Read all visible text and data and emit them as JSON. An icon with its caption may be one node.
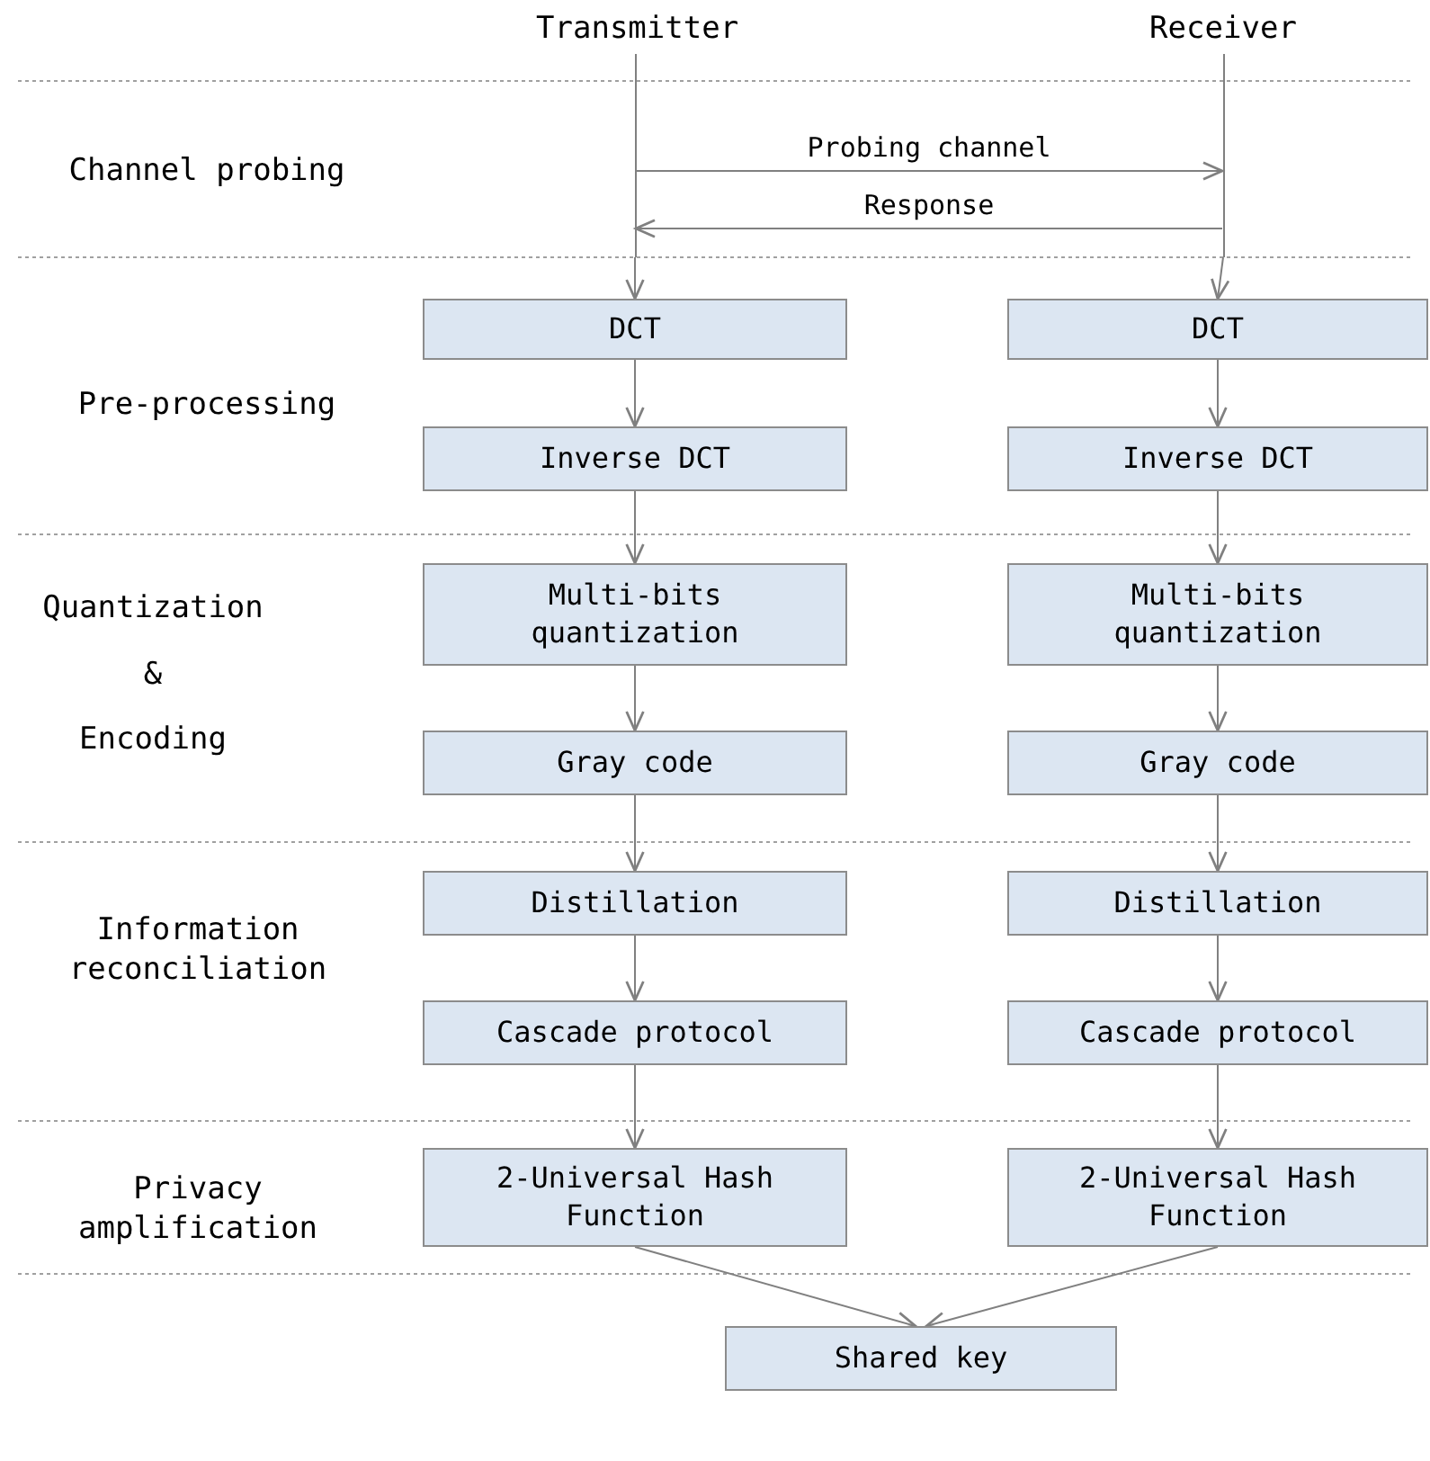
{
  "diagram": {
    "nodes": [
      {
        "text": [],
        "shape": "bar"
      },
      {
        "text": [],
        "shape": "bar"
      },
      {
        "text": [
          "DCT"
        ]
      },
      {
        "text": [
          "DCT"
        ]
      },
      {
        "text": [
          "Inverse DCT"
        ]
      },
      {
        "text": [
          "Inverse DCT"
        ]
      },
      {
        "text": [
          "Multi-bits quantization"
        ]
      },
      {
        "text": [
          "Multi-bits quantization"
        ]
      },
      {
        "text": [
          "Gray code"
        ]
      },
      {
        "text": [
          "Gray code"
        ]
      },
      {
        "text": [
          "Distillation"
        ]
      },
      {
        "text": [
          "Distillation"
        ]
      },
      {
        "text": [
          "Cascade protocol"
        ]
      },
      {
        "text": [
          "Cascade protocol"
        ]
      },
      {
        "text": [
          "2-Universal Hash Function"
        ]
      },
      {
        "text": [
          "2-Universal Hash Function"
        ]
      },
      {
        "text": [
          "Shared key"
        ]
      }
    ],
    "edges": [
      {
        "from": 0,
        "to": 1,
        "arrow": "to",
        "label": "Probing channel"
      },
      {
        "from": 1,
        "to": 0,
        "arrow": "to",
        "label": "Response"
      },
      {
        "from": 0,
        "to": 2,
        "arrow": "to"
      },
      {
        "from": 1,
        "to": 3,
        "arrow": "to"
      },
      {
        "from": 2,
        "to": 4,
        "arrow": "to"
      },
      {
        "from": 3,
        "to": 5,
        "arrow": "to"
      },
      {
        "from": 4,
        "to": 6,
        "arrow": "to"
      },
      {
        "from": 5,
        "to": 7,
        "arrow": "to"
      },
      {
        "from": 6,
        "to": 8,
        "arrow": "to"
      },
      {
        "from": 7,
        "to": 9,
        "arrow": "to"
      },
      {
        "from": 8,
        "to": 10,
        "arrow": "to"
      },
      {
        "from": 9,
        "to": 11,
        "arrow": "to"
      },
      {
        "from": 10,
        "to": 12,
        "arrow": "to"
      },
      {
        "from": 11,
        "to": 13,
        "arrow": "to"
      },
      {
        "from": 12,
        "to": 14,
        "arrow": "to"
      },
      {
        "from": 13,
        "to": 15,
        "arrow": "to"
      },
      {
        "from": 14,
        "to": 16,
        "arrow": "to"
      },
      {
        "from": 15,
        "to": 16,
        "arrow": "to"
      }
    ],
    "labels": [
      "Transmitter",
      "Receiver",
      "Channel probing",
      "Pre-processing",
      "Quantization",
      "&",
      "Encoding",
      "Information reconciliation",
      "Privacy amplification"
    ]
  }
}
